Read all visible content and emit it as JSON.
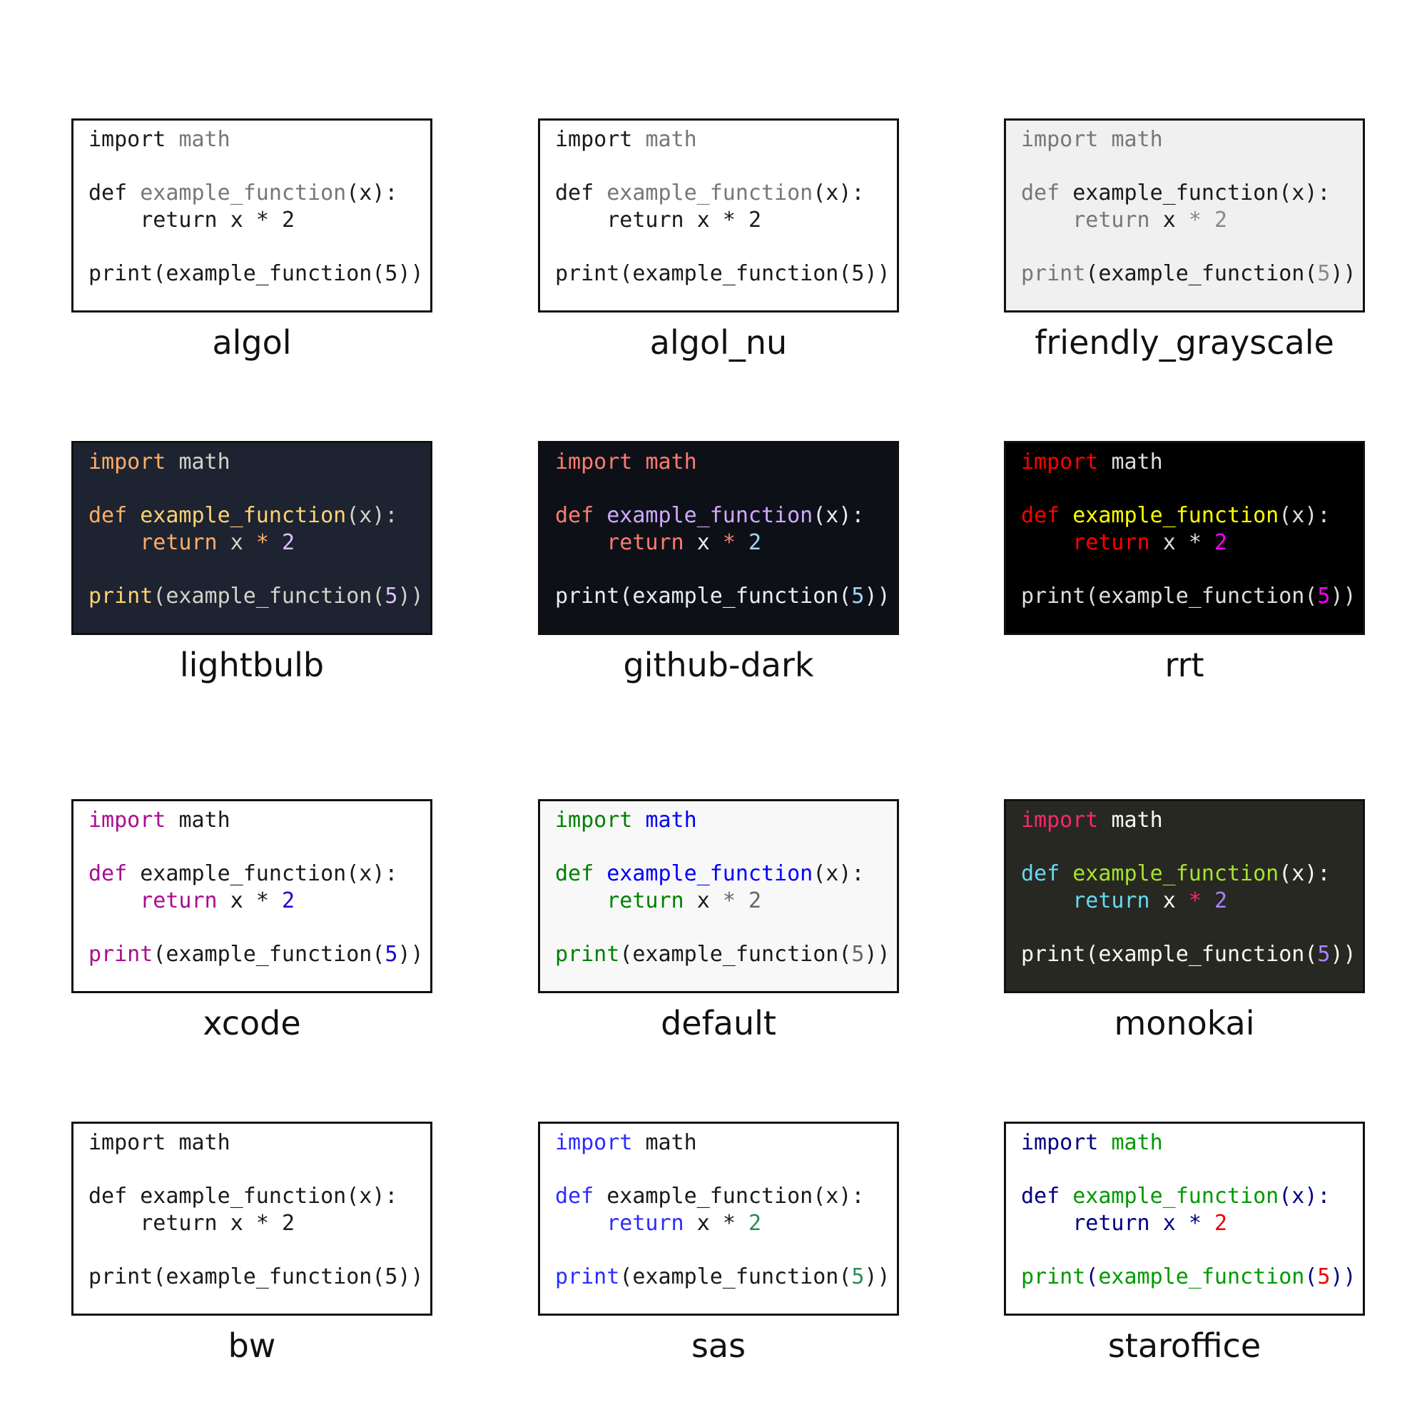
{
  "code_template": {
    "line1": [
      "import",
      " ",
      "math"
    ],
    "line2": [
      "def",
      " ",
      "example_function",
      "(",
      "x",
      ")",
      ":"
    ],
    "line3": [
      "    ",
      "return",
      " ",
      "x",
      " ",
      "*",
      " ",
      "2"
    ],
    "line4": [
      "print",
      "(",
      "example_function",
      "(",
      "5",
      ")",
      ")"
    ]
  },
  "styles": [
    {
      "name": "algol",
      "bg": "#ffffff",
      "default": "#1a1a1a",
      "colors": {
        "keyword": "#1a1a1a",
        "module": "#777777",
        "funcname": "#777777",
        "builtin": "#1a1a1a",
        "number": "#1a1a1a",
        "operator": "#1a1a1a"
      }
    },
    {
      "name": "algol_nu",
      "bg": "#ffffff",
      "default": "#1a1a1a",
      "colors": {
        "keyword": "#1a1a1a",
        "module": "#777777",
        "funcname": "#777777",
        "builtin": "#1a1a1a",
        "number": "#1a1a1a",
        "operator": "#1a1a1a"
      }
    },
    {
      "name": "friendly_grayscale",
      "bg": "#f0f0f0",
      "default": "#1a1a1a",
      "colors": {
        "keyword": "#777777",
        "module": "#777777",
        "funcname": "#1a1a1a",
        "builtin": "#777777",
        "number": "#888888",
        "operator": "#888888"
      }
    },
    {
      "name": "lightbulb",
      "bg": "#1d2331",
      "default": "#d4d2c8",
      "colors": {
        "keyword": "#ffad66",
        "module": "#d4d2c8",
        "funcname": "#ffd173",
        "builtin": "#ffd173",
        "number": "#dfbfff",
        "operator": "#ffad66"
      }
    },
    {
      "name": "github-dark",
      "bg": "#0d1117",
      "default": "#e6edf3",
      "colors": {
        "keyword": "#ff7b72",
        "module": "#ff7b72",
        "funcname": "#d2a8ff",
        "builtin": "#e6edf3",
        "number": "#a5d6ff",
        "operator": "#ff7b72"
      }
    },
    {
      "name": "rrt",
      "bg": "#000000",
      "default": "#dddddd",
      "colors": {
        "keyword": "#ff0000",
        "module": "#dddddd",
        "funcname": "#ffff00",
        "builtin": "#dddddd",
        "number": "#ff00ff",
        "operator": "#dddddd"
      }
    },
    {
      "name": "xcode",
      "bg": "#ffffff",
      "default": "#1a1a1a",
      "colors": {
        "keyword": "#a90d91",
        "module": "#1a1a1a",
        "funcname": "#1a1a1a",
        "builtin": "#a90d91",
        "number": "#1c01ce",
        "operator": "#1a1a1a"
      }
    },
    {
      "name": "default",
      "bg": "#f8f8f8",
      "default": "#1a1a1a",
      "colors": {
        "keyword": "#008000",
        "module": "#0000ff",
        "funcname": "#0000ff",
        "builtin": "#008000",
        "number": "#666666",
        "operator": "#666666"
      }
    },
    {
      "name": "monokai",
      "bg": "#272822",
      "default": "#f8f8f2",
      "colors": {
        "keyword": "#66d9ef",
        "module": "#f8f8f2",
        "funcname": "#a6e22e",
        "builtin": "#f8f8f2",
        "number": "#ae81ff",
        "operator": "#f92672",
        "import": "#f92672"
      }
    },
    {
      "name": "bw",
      "bg": "#ffffff",
      "default": "#1a1a1a",
      "colors": {
        "keyword": "#1a1a1a",
        "module": "#1a1a1a",
        "funcname": "#1a1a1a",
        "builtin": "#1a1a1a",
        "number": "#1a1a1a",
        "operator": "#1a1a1a"
      }
    },
    {
      "name": "sas",
      "bg": "#ffffff",
      "default": "#1a1a1a",
      "colors": {
        "keyword": "#2c2cff",
        "module": "#1a1a1a",
        "funcname": "#1a1a1a",
        "builtin": "#2c2cff",
        "number": "#2e8b57",
        "operator": "#1a1a1a"
      }
    },
    {
      "name": "staroffice",
      "bg": "#ffffff",
      "default": "#000080",
      "colors": {
        "keyword": "#000080",
        "module": "#009900",
        "funcname": "#009900",
        "builtin": "#009900",
        "number": "#ee0000",
        "operator": "#000080",
        "punct": "#000080",
        "l4name": "#009900"
      }
    }
  ]
}
